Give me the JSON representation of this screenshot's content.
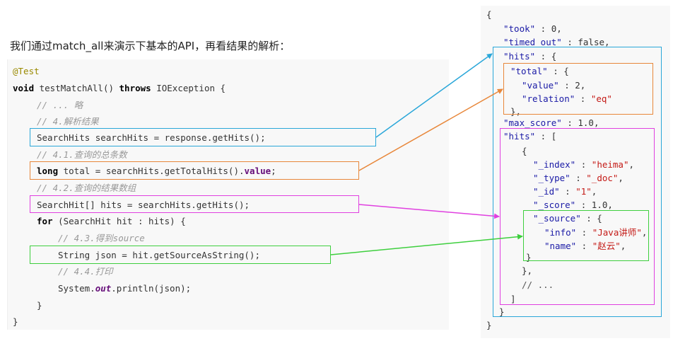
{
  "heading": "我们通过match_all来演示下基本的API，再看结果的解析：",
  "code": {
    "annotation": "@Test",
    "method_kw": "void",
    "method_sig": " testMatchAll() ",
    "throws_kw": "throws",
    "method_tail": " IOException {",
    "c1": "// ... 略",
    "c2": "// 4.解析结果",
    "l_hits": "SearchHits searchHits = response.getHits();",
    "c3": "// 4.1.查询的总条数",
    "long_kw": "long",
    "l_total_mid": " total = searchHits.getTotalHits().",
    "value_fld": "value",
    "semi": ";",
    "c4": "// 4.2.查询的结果数组",
    "l_arr": "SearchHit[] hits = searchHits.getHits();",
    "for_kw": "for",
    "for_tail": " (SearchHit hit : hits) {",
    "c5": "// 4.3.得到source",
    "l_json": "String json = hit.getSourceAsString();",
    "c6": "// 4.4.打印",
    "print_a": "System.",
    "out_fld": "out",
    "print_b": ".println(json);",
    "close_inner": "}",
    "close_outer": "}"
  },
  "json": {
    "open": "{",
    "took_key": "\"took\"",
    "took_val": " : 0,",
    "timed_key": "\"timed_out\"",
    "timed_val": " : false,",
    "hits_key": "\"hits\"",
    "hits_open": " : {",
    "total_key": "\"total\"",
    "total_open": " : {",
    "value_key": "\"value\"",
    "value_val": " : 2,",
    "relation_key": "\"relation\"",
    "relation_sep": " : ",
    "relation_val": "\"eq\"",
    "total_close": "},",
    "max_key": "\"max_score\"",
    "max_val": " : 1.0,",
    "hits2_key": "\"hits\"",
    "hits2_open": " : [",
    "obj_open": "{",
    "index_key": "\"_index\"",
    "index_val": "\"heima\"",
    "type_key": "\"_type\"",
    "type_val": "\"_doc\"",
    "id_key": "\"_id\"",
    "id_val": "\"1\"",
    "score_key": "\"_score\"",
    "score_val": " : 1.0,",
    "source_key": "\"_source\"",
    "source_open": " : {",
    "info_key": "\"info\"",
    "info_val": "\"Java讲师\"",
    "name_key": "\"name\"",
    "name_val": "\"赵云\"",
    "sep": " : ",
    "comma": ",",
    "source_close": "}",
    "obj_close": "},",
    "ellipsis": "// ...",
    "arr_close": "]",
    "hits_close": "}",
    "close": "}"
  },
  "colors": {
    "blue": "#2aa7d9",
    "orange": "#e8873a",
    "magenta": "#e040e0",
    "green": "#3ecf3e"
  }
}
